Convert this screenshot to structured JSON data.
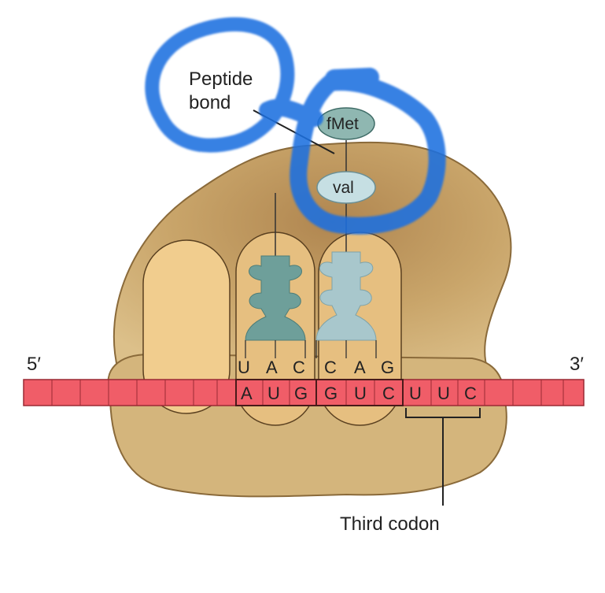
{
  "labels": {
    "peptide_line1": "Peptide",
    "peptide_line2": "bond",
    "five_prime": "5′",
    "three_prime": "3′",
    "third_codon": "Third codon"
  },
  "amino_acids": {
    "first": "fMet",
    "second": "val"
  },
  "anticodons": {
    "trna1": [
      "U",
      "A",
      "C"
    ],
    "trna2": [
      "C",
      "A",
      "G"
    ]
  },
  "codons": {
    "codon1": [
      "A",
      "U",
      "G"
    ],
    "codon2": [
      "G",
      "U",
      "C"
    ],
    "codon3": [
      "U",
      "U",
      "C"
    ]
  },
  "colors": {
    "ribosome": "#c9a56a",
    "ribosome_shadow": "#8a6a3a",
    "ribosome_site": "#f1cd8e",
    "mrna": "#f05d68",
    "trna1": "#6e9f9a",
    "trna2": "#a8c7cc",
    "amino_acid": "#8fb7b1",
    "highlight": "#1e6fe0"
  }
}
